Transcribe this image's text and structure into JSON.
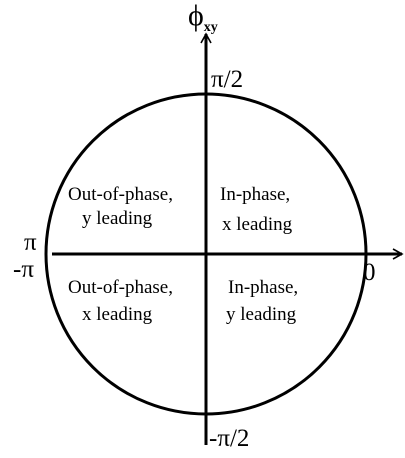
{
  "axis": {
    "vertical_symbol": "ϕ",
    "vertical_subscript": "xy"
  },
  "ticks": {
    "top": "π/2",
    "bottom": "-π/2",
    "left_upper": "π",
    "left_lower": "-π",
    "right": "0"
  },
  "quadrants": {
    "upper_left": {
      "line1": "Out-of-phase,",
      "line2": "y leading"
    },
    "upper_right": {
      "line1": "In-phase,",
      "line2": "x leading"
    },
    "lower_left": {
      "line1": "Out-of-phase,",
      "line2": "x leading"
    },
    "lower_right": {
      "line1": "In-phase,",
      "line2": "y leading"
    }
  },
  "colors": {
    "stroke": "#000000",
    "background": "#ffffff"
  }
}
